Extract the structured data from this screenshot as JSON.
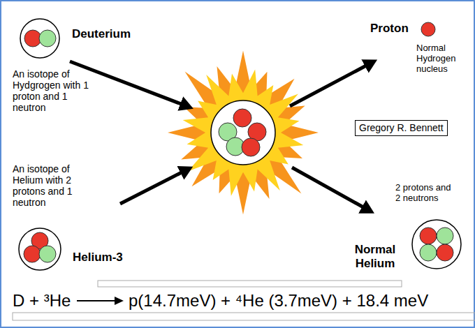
{
  "diagram": {
    "nodes": [
      {
        "text": [
          "Deuterium",
          "An isotope of Hydgrogen with 1 proton and 1 neutron"
        ]
      },
      {
        "text": [
          "Proton",
          "Normal Hydrogen nucleus"
        ]
      },
      {
        "text": [
          "Gregory R. Bennett"
        ]
      },
      {
        "text": [
          "An isotope of Helium with 2 protons and 1 neutron",
          "Helium-3"
        ]
      },
      {
        "text": [
          "2 protons and 2 neutrons",
          "Normal Helium"
        ]
      }
    ],
    "labels": [
      "D + ³He",
      "p(14.7meV) + ⁴He (3.7meV) + 18.4 meV"
    ]
  }
}
